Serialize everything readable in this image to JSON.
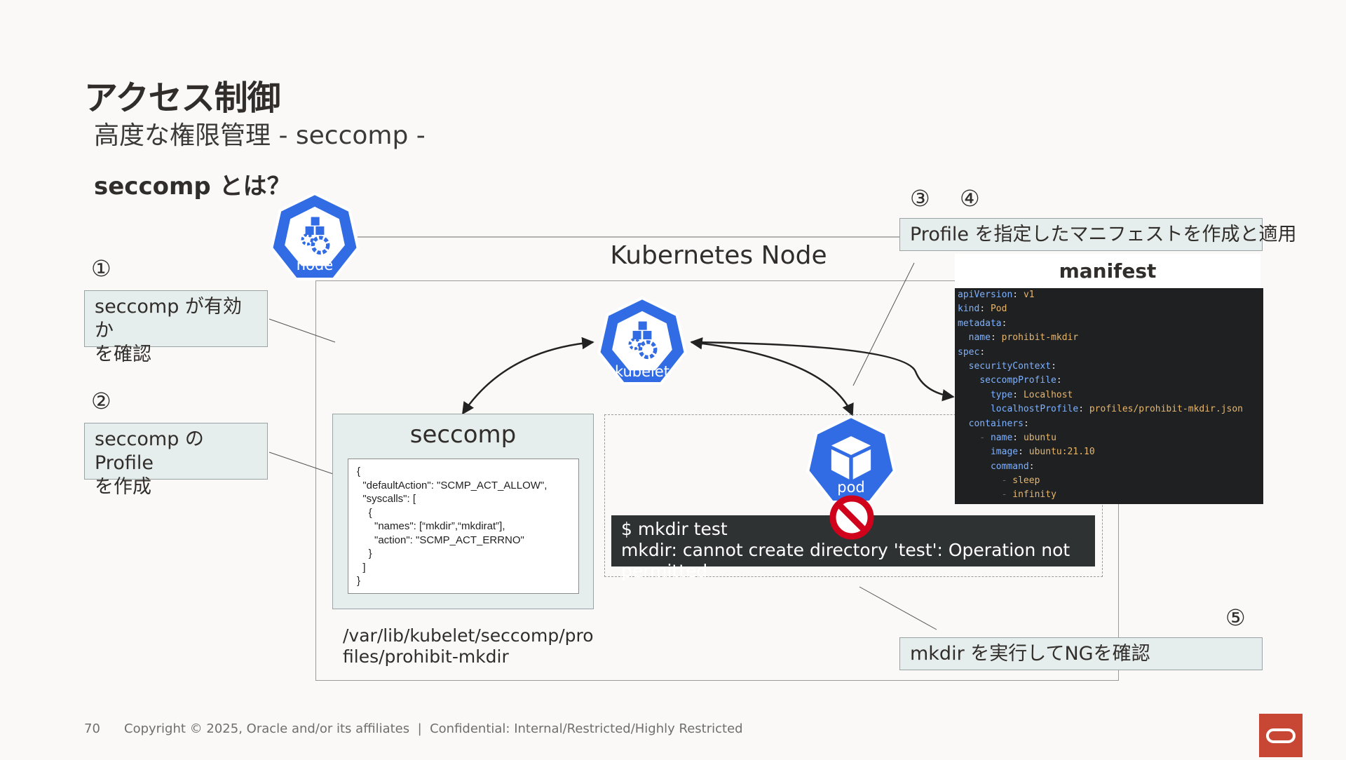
{
  "slide": {
    "title": "アクセス制御",
    "subtitle": "高度な権限管理 - seccomp -",
    "section_heading": "seccomp とは？"
  },
  "steps": {
    "s1": {
      "number": "①",
      "text": "seccomp が有効か\nを確認"
    },
    "s2": {
      "number": "②",
      "text": "seccomp の Profile\nを作成"
    },
    "s3": {
      "number": "③"
    },
    "s4": {
      "number": "④",
      "text": "Profile を指定したマニフェストを作成と適用"
    },
    "s5": {
      "number": "⑤",
      "text": "mkdir を実行してNGを確認"
    }
  },
  "diagram": {
    "node_icon_label": "node",
    "kubernetes_node_label": "Kubernetes Node",
    "kubelet_icon_label": "kubelet",
    "pod_icon_label": "pod",
    "seccomp_box_title": "seccomp",
    "seccomp_json": "{\n  \"defaultAction\": \"SCMP_ACT_ALLOW\",\n  \"syscalls\": [\n    {\n      \"names\": [“mkdir”,“mkdirat”],\n      \"action\": \"SCMP_ACT_ERRNO\"\n    }\n  ]\n}",
    "profile_path": "/var/lib/kubelet/seccomp/pro\nfiles/prohibit-mkdir",
    "terminal": {
      "command": "$ mkdir test",
      "output": "mkdir: cannot create directory 'test': Operation not permitted"
    },
    "prohibited_icon": "prohibited-icon"
  },
  "manifest": {
    "title": "manifest",
    "lines": [
      {
        "indent": "",
        "key": "apiVersion",
        "value": "v1"
      },
      {
        "indent": "",
        "key": "kind",
        "value": "Pod"
      },
      {
        "indent": "",
        "key": "metadata",
        "value": ""
      },
      {
        "indent": "  ",
        "key": "name",
        "value": "prohibit-mkdir"
      },
      {
        "indent": "",
        "key": "spec",
        "value": ""
      },
      {
        "indent": "  ",
        "key": "securityContext",
        "value": ""
      },
      {
        "indent": "    ",
        "key": "seccompProfile",
        "value": ""
      },
      {
        "indent": "      ",
        "key": "type",
        "value": "Localhost"
      },
      {
        "indent": "      ",
        "key": "localhostProfile",
        "value": "profiles/prohibit-mkdir.json"
      },
      {
        "indent": "  ",
        "key": "containers",
        "value": ""
      },
      {
        "indent": "    - ",
        "key": "name",
        "value": "ubuntu"
      },
      {
        "indent": "      ",
        "key": "image",
        "value": "ubuntu:21.10"
      },
      {
        "indent": "      ",
        "key": "command",
        "value": ""
      },
      {
        "indent": "        - ",
        "key": "",
        "value": "sleep"
      },
      {
        "indent": "        - ",
        "key": "",
        "value": "infinity"
      }
    ]
  },
  "footer": {
    "page_number": "70",
    "copyright": "Copyright © 2025, Oracle and/or its affiliates  |  Confidential: Internal/Restricted/Highly Restricted"
  },
  "colors": {
    "k8s_blue": "#326ce5",
    "callout_fill": "#e6eeed",
    "terminal_bg": "#2f3233",
    "code_bg": "#1e2022",
    "prohibited_red": "#d0021b",
    "oracle_red": "#c74634"
  }
}
